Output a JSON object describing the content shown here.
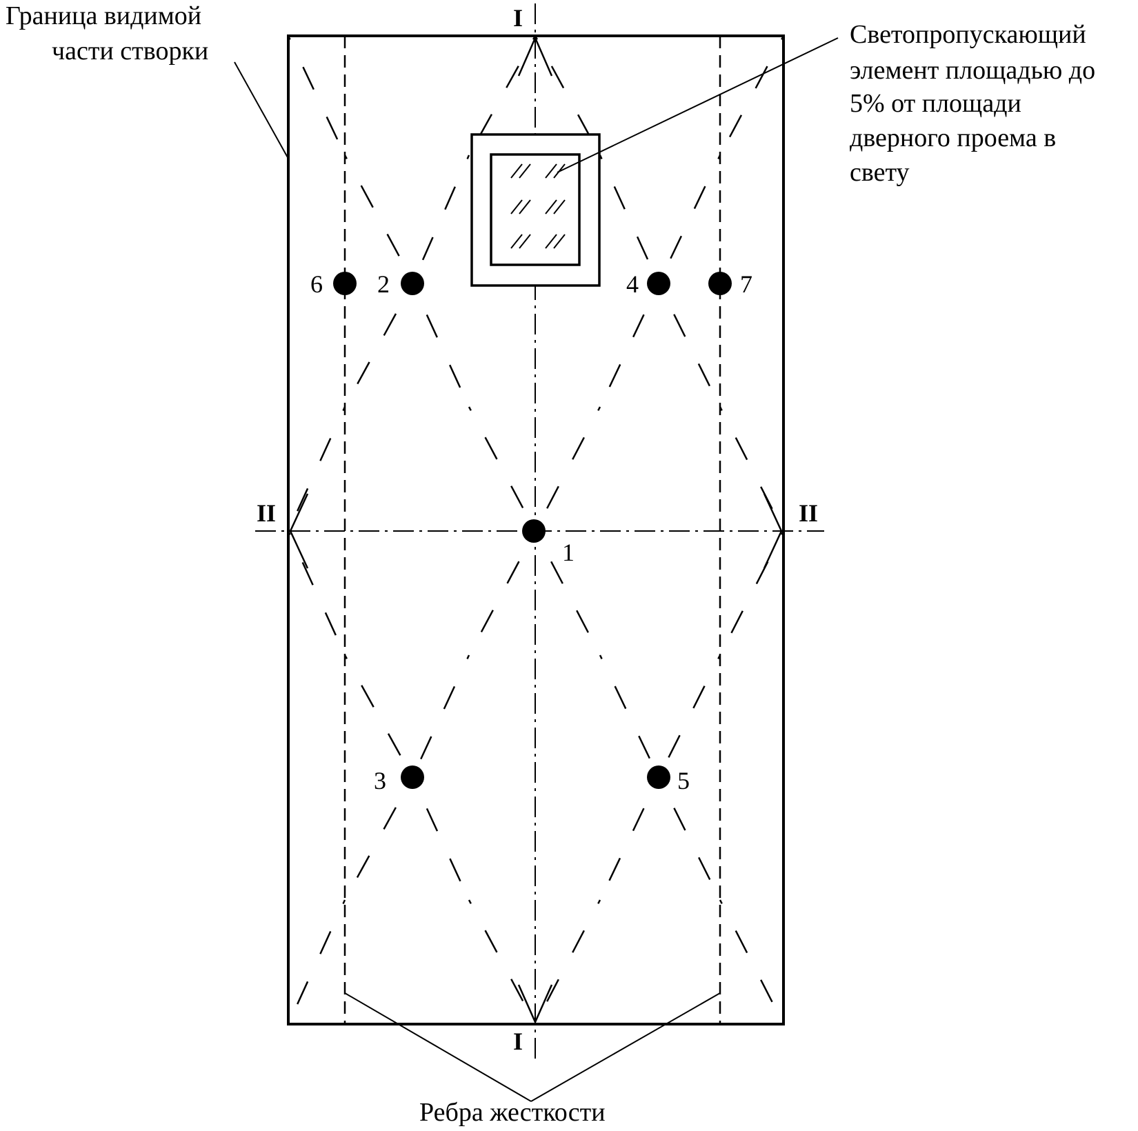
{
  "labels": {
    "visible_boundary": [
      "Граница видимой",
      "части створки"
    ],
    "light_element": [
      "Светопропускающий",
      "элемент площадью до",
      "5% от площади",
      "дверного проема в",
      "свету"
    ],
    "stiffeners": "Ребра жесткости"
  },
  "section_marks": {
    "vertical_top": "I",
    "vertical_bottom": "I",
    "horizontal_left": "II",
    "horizontal_right": "II"
  },
  "points": [
    {
      "id": "1",
      "label": "1"
    },
    {
      "id": "2",
      "label": "2"
    },
    {
      "id": "3",
      "label": "3"
    },
    {
      "id": "4",
      "label": "4"
    },
    {
      "id": "5",
      "label": "5"
    },
    {
      "id": "6",
      "label": "6"
    },
    {
      "id": "7",
      "label": "7"
    }
  ]
}
